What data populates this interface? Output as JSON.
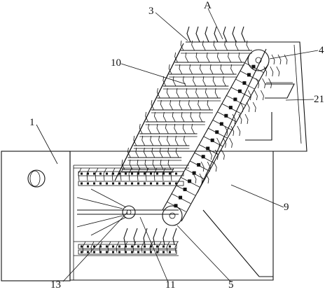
{
  "figure": {
    "labels": [
      {
        "id": "A",
        "text": "A"
      },
      {
        "id": "3",
        "text": "3"
      },
      {
        "id": "4",
        "text": "4"
      },
      {
        "id": "10",
        "text": "10"
      },
      {
        "id": "21",
        "text": "21"
      },
      {
        "id": "1",
        "text": "1"
      },
      {
        "id": "9",
        "text": "9"
      },
      {
        "id": "13",
        "text": "13"
      },
      {
        "id": "11",
        "text": "11"
      },
      {
        "id": "5",
        "text": "5"
      }
    ]
  }
}
